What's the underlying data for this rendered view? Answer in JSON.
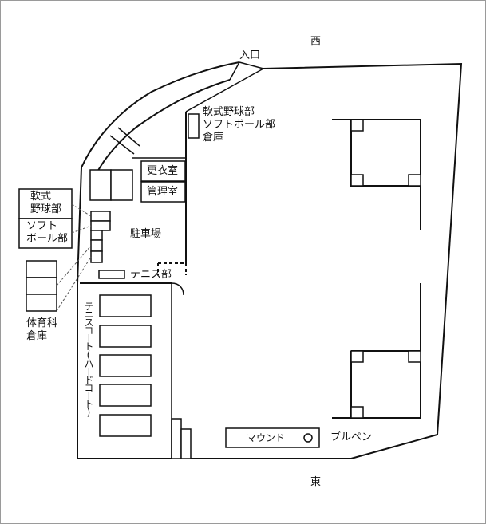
{
  "compass": {
    "north": "西",
    "south": "東"
  },
  "labels": {
    "entrance": "入口",
    "nanshiki_storage_line1": "軟式野球部",
    "nanshiki_storage_line2": "ソフトボール部",
    "nanshiki_storage_line3": "倉庫",
    "changing_room": "更衣室",
    "management_room": "管理室",
    "parking": "駐車場",
    "tennis_club": "テニス部",
    "left_box1_line1": "軟式",
    "left_box1_line2": "野球部",
    "left_box2_line1": "ソフト",
    "left_box2_line2": "ボール部",
    "pe_storage_line1": "体育科",
    "pe_storage_line2": "倉庫",
    "tennis_courts": "テニスコート(ハードコート)",
    "mound": "マウンド",
    "bullpen": "ブルペン"
  }
}
